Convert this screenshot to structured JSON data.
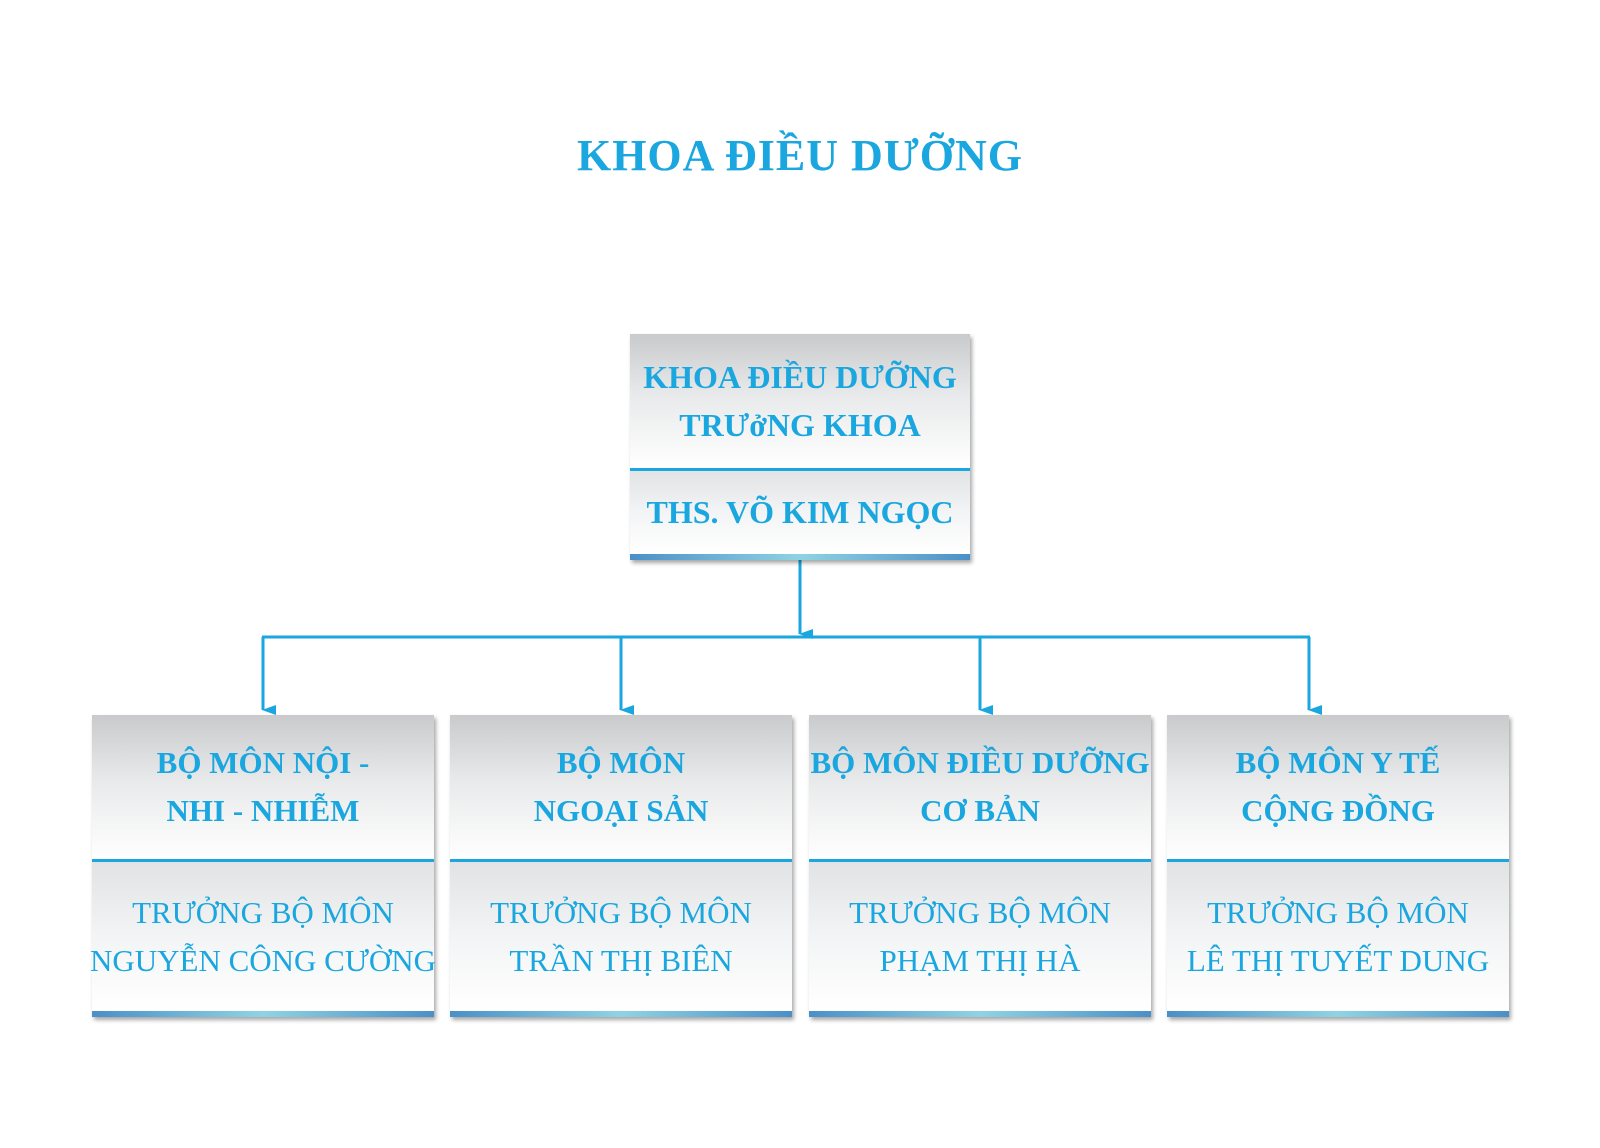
{
  "title": "KHOA ĐIỀU DƯỠNG",
  "colors": {
    "accent": "#1aa6df",
    "box_gradient_top": "#c9cacc",
    "box_base_stripe": "#4a90c8"
  },
  "root": {
    "title_lines": [
      "KHOA ĐIỀU DƯỠNG",
      "TRƯởNG KHOA"
    ],
    "name": "THS. VÕ KIM NGỌC"
  },
  "departments": [
    {
      "title_lines": [
        "BỘ MÔN NỘI -",
        "NHI - NHIỄM"
      ],
      "role": "TRƯỞNG BỘ MÔN",
      "name": "NGUYỄN CÔNG CƯỜNG"
    },
    {
      "title_lines": [
        "BỘ MÔN",
        "NGOẠI SẢN"
      ],
      "role": "TRƯỞNG BỘ MÔN",
      "name": "TRẦN THỊ BIÊN"
    },
    {
      "title_lines": [
        "BỘ MÔN ĐIỀU DƯỠNG",
        "CƠ BẢN"
      ],
      "role": "TRƯỞNG BỘ MÔN",
      "name": "PHẠM THỊ HÀ"
    },
    {
      "title_lines": [
        "BỘ MÔN Y TẾ",
        "CỘNG ĐỒNG"
      ],
      "role": "TRƯỞNG BỘ MÔN",
      "name": "LÊ THỊ TUYẾT DUNG"
    }
  ]
}
